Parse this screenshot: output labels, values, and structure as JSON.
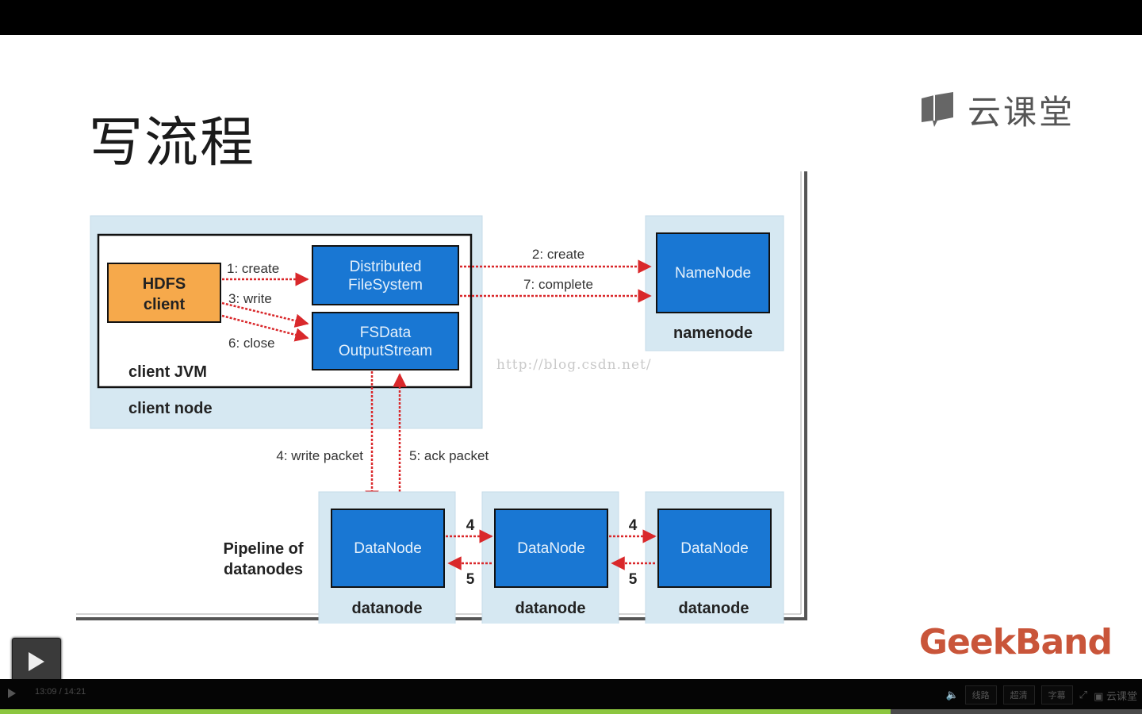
{
  "slide": {
    "title": "写流程",
    "logo_text": "云课堂",
    "brand": "GeekBand",
    "watermark": "http://blog.csdn.net/"
  },
  "diagram": {
    "hdfs_client": "HDFS",
    "hdfs_client_2": "client",
    "dfs_line1": "Distributed",
    "dfs_line2": "FileSystem",
    "fsdata_line1": "FSData",
    "fsdata_line2": "OutputStream",
    "client_jvm": "client JVM",
    "client_node": "client node",
    "namenode_box": "NameNode",
    "namenode_label": "namenode",
    "step1": "1: create",
    "step3": "3: write",
    "step6": "6: close",
    "step2": "2: create",
    "step7": "7: complete",
    "step4": "4: write packet",
    "step5": "5: ack packet",
    "pipeline_line1": "Pipeline of",
    "pipeline_line2": "datanodes",
    "datanode_box": "DataNode",
    "datanode_label": "datanode",
    "pkt4": "4",
    "pkt5": "5"
  },
  "player": {
    "time": "13:09 / 14:21",
    "buttons": [
      "线路",
      "超清",
      "字幕"
    ],
    "brand_small": "云课堂",
    "progress": 0.78,
    "accent": "#8cc63f"
  }
}
